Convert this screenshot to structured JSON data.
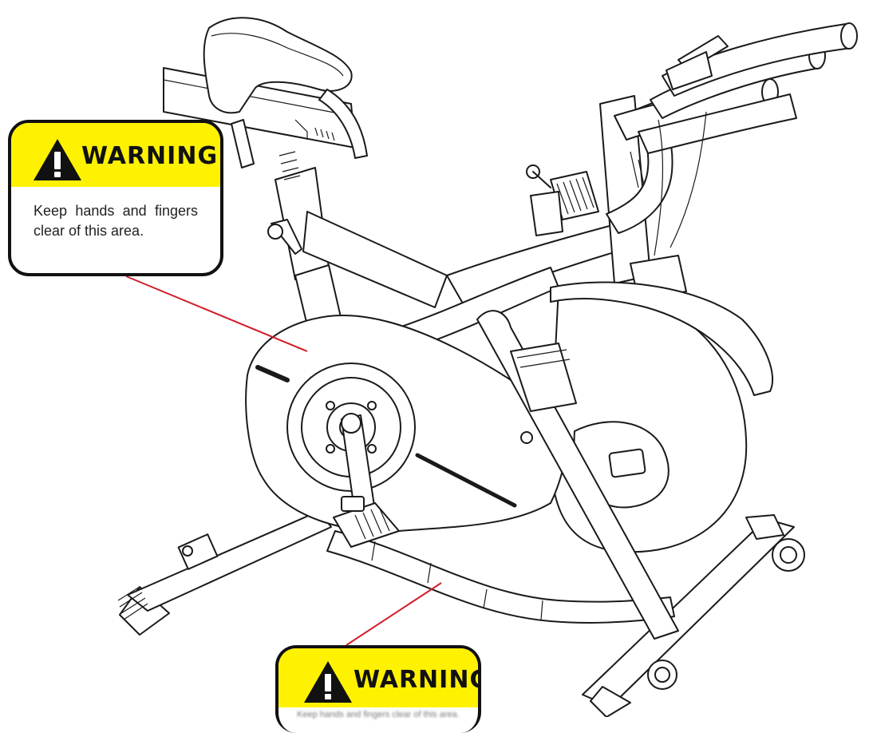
{
  "warning_labels": [
    {
      "heading": "WARNING",
      "text": "Keep hands and fingers clear of this area."
    },
    {
      "heading": "WARNING",
      "text": "Keep hands and fingers clear of this area."
    }
  ],
  "colors": {
    "label_header": "#fff200",
    "pointer_line": "#d21f2a",
    "outline": "#1a1a1a"
  }
}
